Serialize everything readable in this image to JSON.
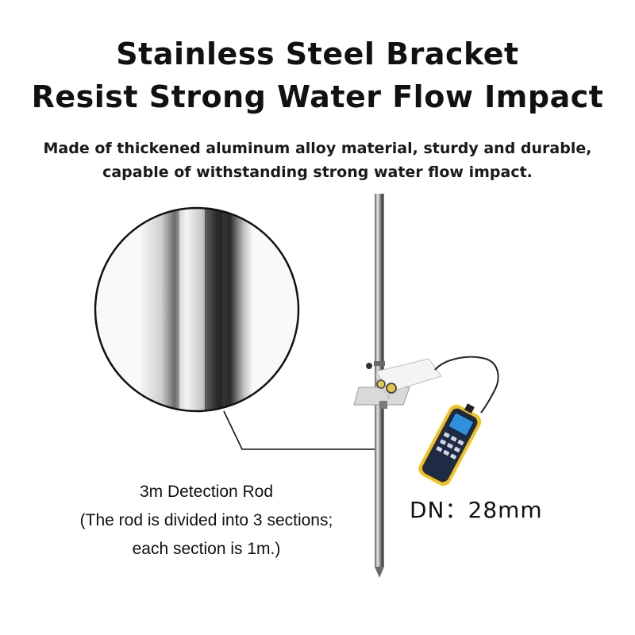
{
  "heading": {
    "line1": "Stainless Steel Bracket",
    "line2": "Resist Strong Water Flow Impact"
  },
  "description": "Made of thickened aluminum alloy material, sturdy and durable, capable of withstanding strong water flow impact.",
  "rod_label": {
    "line1": "3m Detection Rod",
    "line2": "(The rod is divided into 3 sections;",
    "line3": "each section is 1m.)"
  },
  "diameter_label": "DN：28mm",
  "colors": {
    "background": "#ffffff",
    "text": "#111111",
    "rod_dark": "#3a3a3a",
    "rod_light": "#e8e8e8",
    "handheld_body": "#1f2b45",
    "handheld_accent": "#f2c21b",
    "sensor_white": "#f4f4f4"
  }
}
